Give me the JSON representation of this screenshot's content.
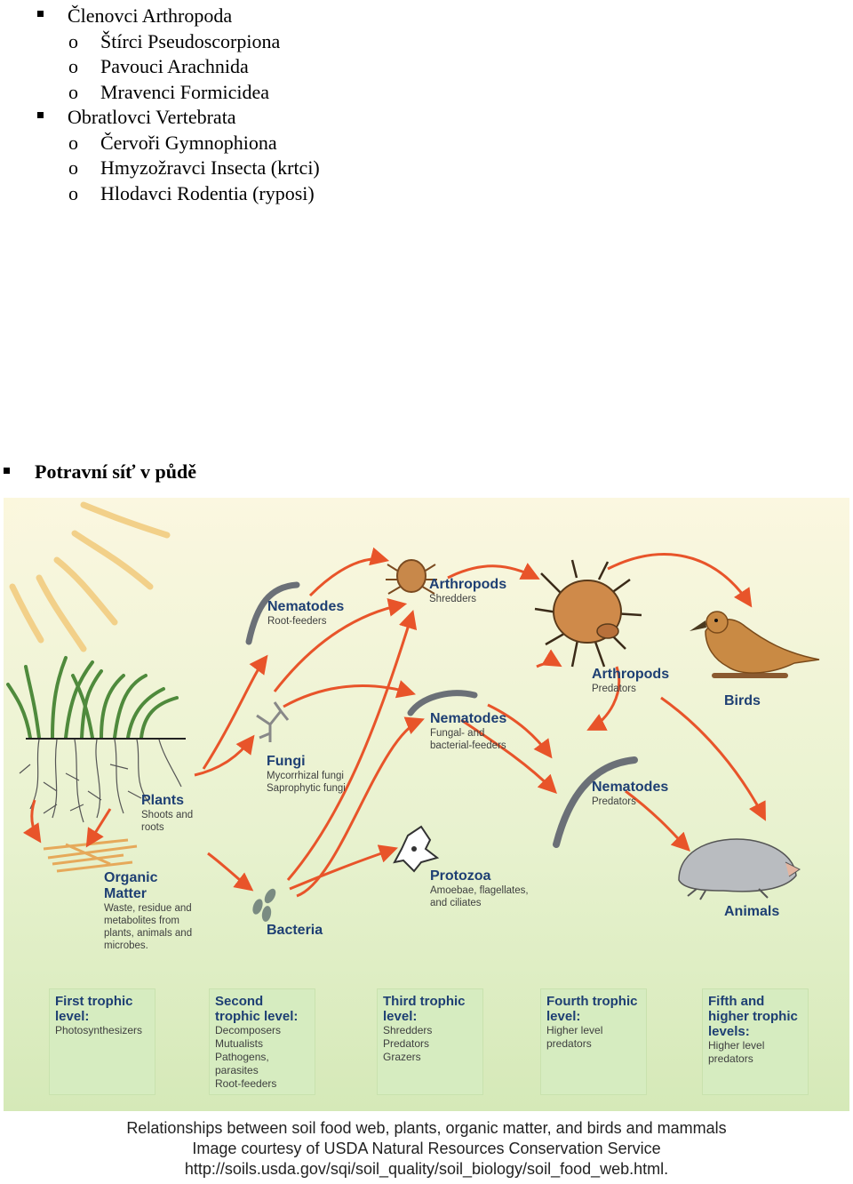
{
  "list": {
    "items": [
      {
        "bullet": "square",
        "text": "Členovci Arthropoda"
      },
      {
        "bullet": "o",
        "text": "Štírci Pseudoscorpiona"
      },
      {
        "bullet": "o",
        "text": "Pavouci Arachnida"
      },
      {
        "bullet": "o",
        "text": "Mravenci Formicidea"
      },
      {
        "bullet": "square",
        "text": "Obratlovci Vertebrata"
      },
      {
        "bullet": "o",
        "text": "Červoři Gymnophiona"
      },
      {
        "bullet": "o",
        "text": "Hmyzožravci Insecta (krtci)"
      },
      {
        "bullet": "o",
        "text": "Hlodavci Rodentia (ryposi)"
      }
    ]
  },
  "section_heading": "Potravní síť v půdě",
  "diagram": {
    "nodes": {
      "nematodes_root": {
        "title": "Nematodes",
        "sub": [
          "Root-feeders"
        ]
      },
      "arthropods_shred": {
        "title": "Arthropods",
        "sub": [
          "Shredders"
        ]
      },
      "arthropods_pred": {
        "title": "Arthropods",
        "sub": [
          "Predators"
        ]
      },
      "birds": {
        "title": "Birds"
      },
      "fungi": {
        "title": "Fungi",
        "sub": [
          "Mycorrhizal fungi",
          "Saprophytic fungi"
        ]
      },
      "nematodes_fb": {
        "title": "Nematodes",
        "sub": [
          "Fungal- and",
          "bacterial-feeders"
        ]
      },
      "nematodes_pred": {
        "title": "Nematodes",
        "sub": [
          "Predators"
        ]
      },
      "plants": {
        "title": "Plants",
        "sub": [
          "Shoots and",
          "roots"
        ]
      },
      "organic": {
        "title": [
          "Organic",
          "Matter"
        ],
        "sub": [
          "Waste, residue and",
          "metabolites from",
          "plants, animals and",
          "microbes."
        ]
      },
      "bacteria": {
        "title": "Bacteria"
      },
      "protozoa": {
        "title": "Protozoa",
        "sub": [
          "Amoebae, flagellates,",
          "and ciliates"
        ]
      },
      "animals": {
        "title": "Animals"
      }
    },
    "trophic_levels": [
      {
        "title": [
          "First trophic",
          "level:"
        ],
        "sub": [
          "Photosynthesizers"
        ]
      },
      {
        "title": [
          "Second",
          "trophic level:"
        ],
        "sub": [
          "Decomposers",
          "Mutualists",
          "Pathogens, parasites",
          "Root-feeders"
        ]
      },
      {
        "title": [
          "Third trophic",
          "level:"
        ],
        "sub": [
          "Shredders",
          "Predators",
          "Grazers"
        ]
      },
      {
        "title": [
          "Fourth trophic",
          "level:"
        ],
        "sub": [
          "Higher level",
          "predators"
        ]
      },
      {
        "title": [
          "Fifth and",
          "higher trophic",
          "levels:"
        ],
        "sub": [
          "Higher level",
          "predators"
        ]
      }
    ],
    "caption": [
      "Relationships between soil food web, plants, organic matter, and birds and mammals",
      "Image courtesy of  USDA Natural Resources Conservation Service",
      "http://soils.usda.gov/sqi/soil_quality/soil_biology/soil_food_web.html."
    ],
    "colors": {
      "arrow": "#e8542a",
      "title": "#1e3f73",
      "sub": "#3f4040",
      "box": "#d6ecc0",
      "bg_top": "#fbf6dd",
      "bg_bottom": "#d9ebbc"
    }
  }
}
